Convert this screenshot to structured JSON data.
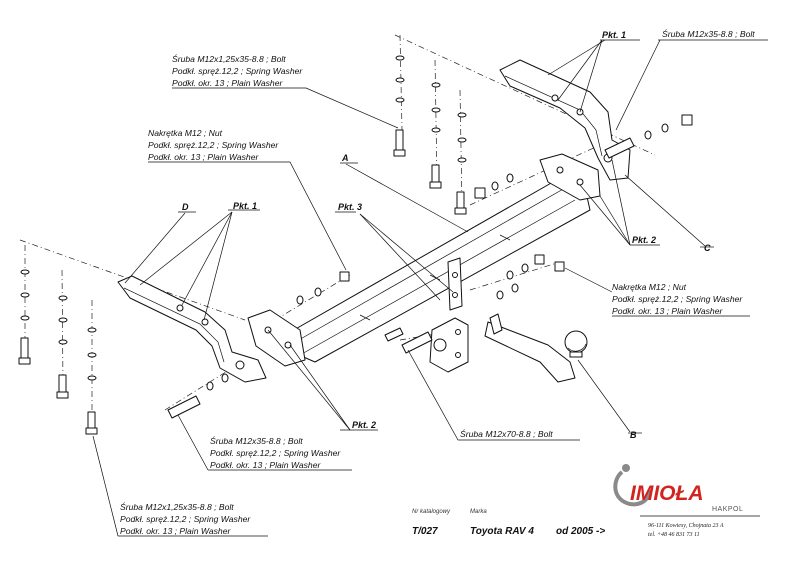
{
  "labels": {
    "top_bolt": [
      "Śruba M12x1,25x35-8.8 ;  Bolt",
      "Podkł. spręż.12,2 ; Spring Washer",
      "Podkł. okr. 13 ; Plain Washer"
    ],
    "top_right_bolt": "Śruba M12x35-8.8 ;  Bolt",
    "nut_left": [
      "Nakrętka  M12 ; Nut",
      "Podkł. spręż.12,2 ; Spring Washer",
      "Podkł. okr. 13 ; Plain Washer"
    ],
    "nut_right": [
      "Nakrętka  M12 ; Nut",
      "Podkł. spręż.12,2 ; Spring Washer",
      "Podkł. okr. 13 ; Plain Washer"
    ],
    "mid_bolt": [
      "Śruba M12x35-8.8 ;  Bolt",
      "Podkł. spręż.12,2 ; Spring Washer",
      "Podkł. okr. 13 ; Plain Washer"
    ],
    "bottom_bolt": [
      "Śruba M12x1,25x35-8.8 ;  Bolt",
      "Podkł. spręż.12,2 ; Spring Washer",
      "Podkł. okr. 13 ; Plain Washer"
    ],
    "ball_bolt": "Śruba M12x70-8.8 ;  Bolt"
  },
  "markers": {
    "pkt1_top": "Pkt. 1",
    "pkt1_left": "Pkt. 1",
    "pkt2_right": "Pkt. 2",
    "pkt2_bottom": "Pkt. 2",
    "pkt3": "Pkt. 3",
    "A": "A",
    "B": "B",
    "C": "C",
    "D": "D"
  },
  "footer": {
    "catalog_caption": "Nr katalogowy",
    "catalog_number": "T/027",
    "brand_caption": "Marka",
    "model": "Toyota RAV 4",
    "year": "od 2005 ->",
    "logo_main": "IMIOŁA",
    "logo_sub": "HAKPOL",
    "address": "96-111 Kowiesy, Chojnata 23 A",
    "phone": "tel. +48 46 831 73 11"
  },
  "colors": {
    "logo_red": "#d2231e",
    "logo_grey": "#8a8a8a",
    "ink": "#111111"
  }
}
